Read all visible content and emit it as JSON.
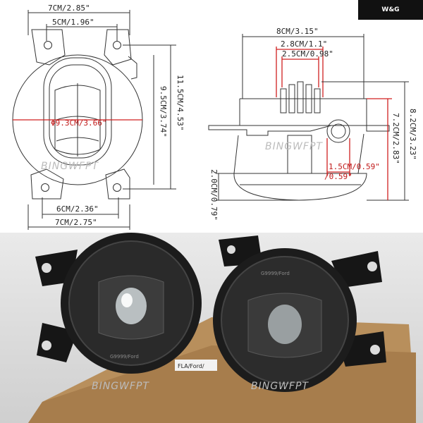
{
  "brand": {
    "logo_text": "W&G",
    "watermark": "BINGWFPT"
  },
  "front_view": {
    "top_outer": "7CM/2.85\"",
    "top_inner": "5CM/1.96\"",
    "height_outer": "11.5CM/4.53\"",
    "height_inner": "9.5CM/3.74\"",
    "diameter": "Φ9.3CM/3.66\"",
    "bottom_inner": "6CM/2.36\"",
    "bottom_outer": "7CM/2.75\""
  },
  "side_view": {
    "top_width": "8CM/3.15\"",
    "fin_width": "2.8CM/1.1\"",
    "fin_inner": "2.5CM/0.98\"",
    "height_total": "8.2CM/3.23\"",
    "height_body": "7.2CM/2.83\"",
    "connector": "1.5CM/0.59\"",
    "lens_depth": "2.0CM/0.79\""
  },
  "photo": {
    "box_label": "FLA/Ford/",
    "lens_text": "G9999/Ford"
  },
  "colors": {
    "dimension_red": "#d02020",
    "housing": "#1c1c1c",
    "box": "#b88f5c"
  }
}
